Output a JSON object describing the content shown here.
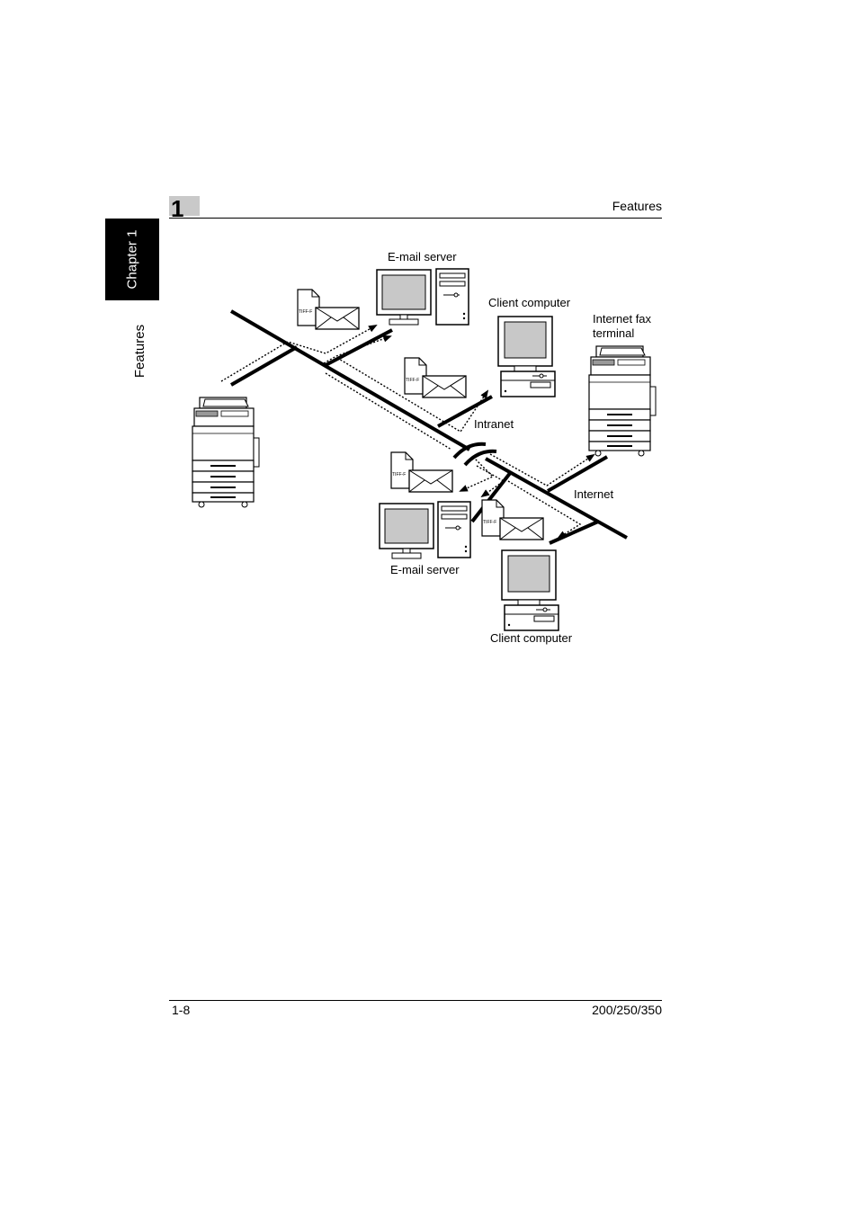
{
  "header": {
    "chapter_number": "1",
    "section_title": "Features"
  },
  "side_tab": {
    "chapter_label": "Chapter 1",
    "section_label": "Features"
  },
  "diagram": {
    "labels": {
      "email_server_top": "E-mail server",
      "client_computer_top": "Client computer",
      "internet_fax_line1": "Internet fax",
      "internet_fax_line2": "terminal",
      "intranet": "Intranet",
      "internet": "Internet",
      "email_server_bottom": "E-mail server",
      "client_computer_bottom": "Client computer"
    },
    "attachment_tag": "TIFF-F"
  },
  "footer": {
    "page_number": "1-8",
    "model_numbers": "200/250/350"
  }
}
